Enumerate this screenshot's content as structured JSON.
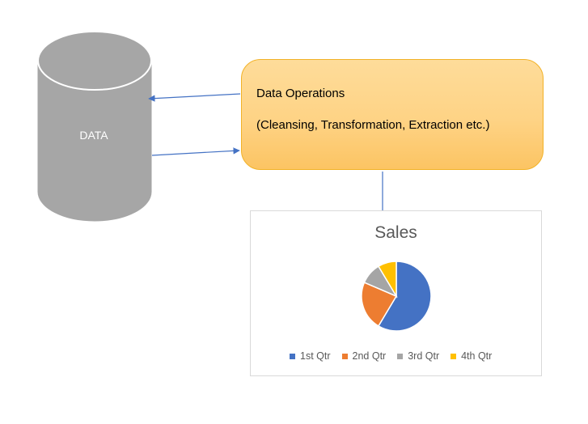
{
  "database": {
    "label": "DATA",
    "color": "#a6a6a6",
    "top_color": "#a6a6a6"
  },
  "operations": {
    "title": "Data Operations",
    "subtitle": "(Cleansing, Transformation, Extraction etc.)",
    "border_color": "#f2b227"
  },
  "connector_color": "#4472c4",
  "chart_data": {
    "type": "pie",
    "title": "Sales",
    "categories": [
      "1st Qtr",
      "2nd Qtr",
      "3rd Qtr",
      "4th Qtr"
    ],
    "values": [
      8.2,
      3.2,
      1.4,
      1.2
    ],
    "colors": [
      "#4472c4",
      "#ed7d31",
      "#a5a5a5",
      "#ffc000"
    ],
    "legend_position": "bottom"
  }
}
